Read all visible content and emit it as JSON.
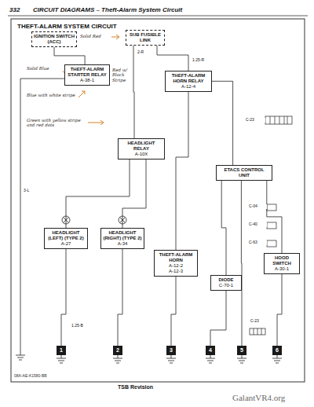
{
  "diagram": {
    "title": "THEFT-ALARM SYSTEM CIRCUIT",
    "nodes": [
      {
        "text": [
          "IGNITION SWITCH (ACC)"
        ]
      },
      {
        "text": [
          "SUB FUSIBLE LINK"
        ]
      },
      {
        "text": [
          "THEFT-ALARM STARTER RELAY",
          "A-38-1"
        ]
      },
      {
        "text": [
          "THEFT-ALARM HORN RELAY",
          "A-12-4"
        ]
      },
      {
        "text": [
          "HEADLIGHT RELAY",
          "A-10X"
        ]
      },
      {
        "text": [
          "ETACS CONTROL UNIT"
        ]
      },
      {
        "text": [
          "HEADLIGHT (LEFT) (TYPE 2)",
          "A-27"
        ]
      },
      {
        "text": [
          "HEADLIGHT (RIGHT) (TYPE 2)",
          "A-34"
        ]
      },
      {
        "text": [
          "THEFT-ALARM HORN",
          "A-12-2",
          "A-12-3"
        ]
      },
      {
        "text": [
          "DIODE",
          "C-70-1"
        ]
      },
      {
        "text": [
          "HOOD SWITCH",
          "A-30-1"
        ]
      },
      {
        "text": [
          "1"
        ]
      },
      {
        "text": [
          "2"
        ]
      },
      {
        "text": [
          "3"
        ]
      },
      {
        "text": [
          "4"
        ]
      },
      {
        "text": [
          "5"
        ]
      },
      {
        "text": [
          "6"
        ]
      }
    ],
    "edges": [
      {
        "from": 0,
        "to": 2,
        "arrow": "none"
      },
      {
        "from": 1,
        "to": 3,
        "arrow": "none"
      },
      {
        "from": 1,
        "to": 4,
        "arrow": "none"
      },
      {
        "from": 3,
        "to": 8,
        "arrow": "none"
      },
      {
        "from": 4,
        "to": 6,
        "arrow": "none"
      },
      {
        "from": 4,
        "to": 7,
        "arrow": "none"
      },
      {
        "from": 5,
        "to": 3,
        "arrow": "none"
      },
      {
        "from": 5,
        "to": 9,
        "arrow": "none"
      },
      {
        "from": 5,
        "to": 10,
        "arrow": "none"
      },
      {
        "from": 6,
        "to": 11,
        "arrow": "none"
      },
      {
        "from": 7,
        "to": 12,
        "arrow": "none"
      },
      {
        "from": 8,
        "to": 13,
        "arrow": "none"
      },
      {
        "from": 9,
        "to": 14,
        "arrow": "none"
      },
      {
        "from": 5,
        "to": 15,
        "arrow": "none"
      },
      {
        "from": 10,
        "to": 16,
        "arrow": "none"
      }
    ],
    "labels": [
      "332",
      "CIRCUIT DIAGRAMS – Theft-Alarm System Circuit",
      "Solid Red",
      "Red w/ Black Stripe",
      "Solid Blue",
      "Blue with white stripe",
      "Green with yellow stripe and red dots",
      "2-R",
      "1.25-R",
      "3-L",
      "1.25-B",
      "C-23",
      "C-04",
      "C-40",
      "C-63",
      "C-23",
      "08A-AE-K1580-BB",
      "TSB Revision",
      "GalantVR4.org"
    ]
  }
}
